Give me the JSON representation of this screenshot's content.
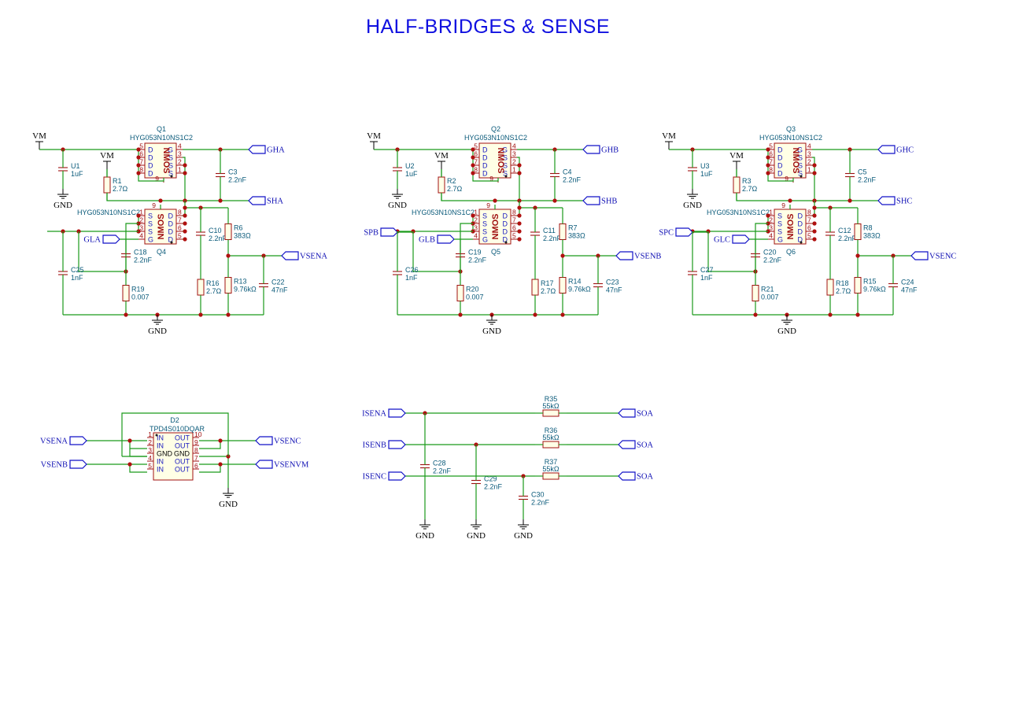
{
  "title": "HALF-BRIDGES & SENSE",
  "phases": [
    {
      "hs_ref": "Q1",
      "hs_val": "HYG053N10NS1C2",
      "ls_ref": "Q4",
      "ls_val": "HYG053N10NS1C2",
      "fet_body": "NMOS",
      "vm": "VM",
      "gnd": "GND",
      "u_ref": "U1",
      "u_val": "1uF",
      "r_gate_ref": "R1",
      "r_gate_val": "2.7Ω",
      "c_boot_ref": "C3",
      "c_boot_val": "2.2nF",
      "gh": "GHA",
      "sh": "SHA",
      "gl": "GLA",
      "sp": "",
      "r_up_ref": "R6",
      "r_up_val": "383Ω",
      "c_sn_ref": "C10",
      "c_sn_val": "2.2nF",
      "c_gl_ref": "C18",
      "c_gl_val": "2.2nF",
      "c_in_ref": "C25",
      "c_in_val": "1nF",
      "r_sh_ref": "R19",
      "r_sh_val": "0.007",
      "r_sn_ref": "R16",
      "r_sn_val": "2.7Ω",
      "r_dn_ref": "R13",
      "r_dn_val": "9.76kΩ",
      "c_v_ref": "C22",
      "c_v_val": "47nF",
      "vsen": "VSENA"
    },
    {
      "hs_ref": "Q2",
      "hs_val": "HYG053N10NS1C2",
      "ls_ref": "Q5",
      "ls_val": "HYG053N10NS1C2",
      "fet_body": "NMOS",
      "vm": "VM",
      "gnd": "GND",
      "u_ref": "U2",
      "u_val": "1uF",
      "r_gate_ref": "R2",
      "r_gate_val": "2.7Ω",
      "c_boot_ref": "C4",
      "c_boot_val": "2.2nF",
      "gh": "GHB",
      "sh": "SHB",
      "gl": "GLB",
      "sp": "SPB",
      "r_up_ref": "R7",
      "r_up_val": "383Ω",
      "c_sn_ref": "C11",
      "c_sn_val": "2.2nF",
      "c_gl_ref": "C19",
      "c_gl_val": "2.2nF",
      "c_in_ref": "C26",
      "c_in_val": "1nF",
      "r_sh_ref": "R20",
      "r_sh_val": "0.007",
      "r_sn_ref": "R17",
      "r_sn_val": "2.7Ω",
      "r_dn_ref": "R14",
      "r_dn_val": "9.76kΩ",
      "c_v_ref": "C23",
      "c_v_val": "47nF",
      "vsen": "VSENB"
    },
    {
      "hs_ref": "Q3",
      "hs_val": "HYG053N10NS1C2",
      "ls_ref": "Q6",
      "ls_val": "HYG053N10NS1C2",
      "fet_body": "NMOS",
      "vm": "VM",
      "gnd": "GND",
      "u_ref": "U3",
      "u_val": "1uF",
      "r_gate_ref": "R3",
      "r_gate_val": "2.7Ω",
      "c_boot_ref": "C5",
      "c_boot_val": "2.2nF",
      "gh": "GHC",
      "sh": "SHC",
      "gl": "GLC",
      "sp": "SPC",
      "r_up_ref": "R8",
      "r_up_val": "383Ω",
      "c_sn_ref": "C12",
      "c_sn_val": "2.2nF",
      "c_gl_ref": "C20",
      "c_gl_val": "2.2nF",
      "c_in_ref": "C27",
      "c_in_val": "1nF",
      "r_sh_ref": "R21",
      "r_sh_val": "0.007",
      "r_sn_ref": "R18",
      "r_sn_val": "2.7Ω",
      "r_dn_ref": "R15",
      "r_dn_val": "9.76kΩ",
      "c_v_ref": "C24",
      "c_v_val": "47nF",
      "vsen": "VSENC"
    }
  ],
  "tvs": {
    "ref": "D2",
    "val": "TPD4S010DQAR",
    "gnd": "GND",
    "nets": {
      "a": "VSENA",
      "b": "VSENB",
      "c": "VSENC",
      "vm": "VSENVM"
    },
    "pins_left": [
      {
        "num": "1",
        "name": "IN"
      },
      {
        "num": "2",
        "name": "IN"
      },
      {
        "num": "3",
        "name": "GND"
      },
      {
        "num": "4",
        "name": "IN"
      },
      {
        "num": "5",
        "name": "IN"
      }
    ],
    "pins_right": [
      {
        "num": "10",
        "name": "OUT"
      },
      {
        "num": "9",
        "name": "OUT"
      },
      {
        "num": "8",
        "name": "GND"
      },
      {
        "num": "7",
        "name": "OUT"
      },
      {
        "num": "6",
        "name": "OUT"
      }
    ]
  },
  "filters": [
    {
      "in": "ISENA",
      "r_ref": "R35",
      "r_val": "55kΩ",
      "out": "SOA",
      "c_ref": "C28",
      "c_val": "2.2nF",
      "gnd": "GND"
    },
    {
      "in": "ISENB",
      "r_ref": "R36",
      "r_val": "55kΩ",
      "out": "SOA",
      "c_ref": "C29",
      "c_val": "2.2nF",
      "gnd": "GND"
    },
    {
      "in": "ISENC",
      "r_ref": "R37",
      "r_val": "55kΩ",
      "out": "SOA",
      "c_ref": "C30",
      "c_val": "2.2nF",
      "gnd": "GND"
    }
  ]
}
